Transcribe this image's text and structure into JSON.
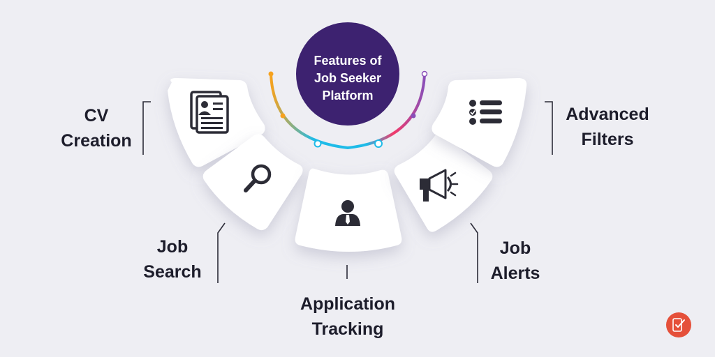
{
  "hub": {
    "title_line1": "Features of",
    "title_line2": "Job Seeker",
    "title_line3": "Platform",
    "color": "#3d2270"
  },
  "arc_colors": [
    "#f6a21e",
    "#1ebbe8",
    "#f33a6a",
    "#8a4fb8"
  ],
  "features": [
    {
      "id": "cv-creation",
      "line1": "CV",
      "line2": "Creation",
      "icon": "resume-document-icon"
    },
    {
      "id": "job-search",
      "line1": "Job",
      "line2": "Search",
      "icon": "magnifier-icon"
    },
    {
      "id": "application-tracking",
      "line1": "Application",
      "line2": "Tracking",
      "icon": "person-tie-icon"
    },
    {
      "id": "job-alerts",
      "line1": "Job",
      "line2": "Alerts",
      "icon": "megaphone-icon"
    },
    {
      "id": "advanced-filters",
      "line1": "Advanced",
      "line2": "Filters",
      "icon": "checklist-icon"
    }
  ],
  "brand": {
    "logo_icon": "brand-logo-icon",
    "logo_color": "#e5503a"
  }
}
